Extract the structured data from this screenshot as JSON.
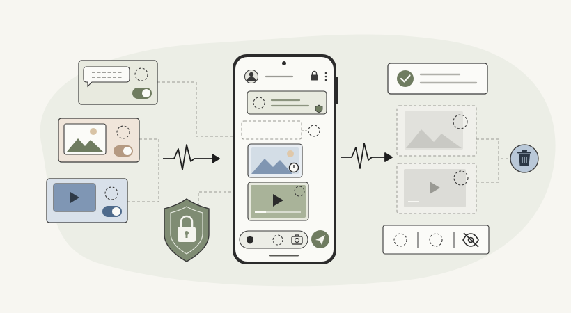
{
  "colors": {
    "page_background": "#f7f6f1",
    "blob_background": "#eceee6",
    "outline": "#3a3a3a",
    "card_fill": "#f3f3ee",
    "message_card_fill": "#e8eadf",
    "photo_card_fill": "#f0e5da",
    "video_card_fill": "#d9e1ea",
    "accent_green": "#6f7c60",
    "accent_green_light": "#a9b399",
    "photo_tan": "#d8c3a5",
    "video_blue": "#7f96b4",
    "shield_green": "#7f8c73",
    "trash_blue": "#b9c8d8",
    "faded_gray": "#d5d5d0"
  },
  "left_items": [
    {
      "kind": "message",
      "toggle": "on"
    },
    {
      "kind": "photo",
      "toggle": "off"
    },
    {
      "kind": "video",
      "toggle": "on"
    }
  ],
  "phone": {
    "header_icons": [
      "avatar-icon",
      "lock-icon",
      "more-vertical-icon"
    ],
    "messages": [
      "message-bubble-with-shield",
      "placeholder-bubble",
      "photo-message-with-timer",
      "video-message-with-timer"
    ],
    "bottom_bar_icons": [
      "shield-icon",
      "dashed-circle-icon",
      "camera-icon",
      "send-icon"
    ]
  },
  "right_items": [
    {
      "kind": "checked-message",
      "state": "kept"
    },
    {
      "kind": "photo",
      "state": "faded"
    },
    {
      "kind": "video",
      "state": "faded"
    }
  ],
  "action_icons": [
    "pulse-arrow-icon",
    "trash-icon",
    "shield-lock-icon",
    "eye-slash-icon"
  ],
  "bottom_toolbar_icons": [
    "dashed-circle-icon",
    "dashed-circle-icon",
    "eye-slash-icon"
  ]
}
